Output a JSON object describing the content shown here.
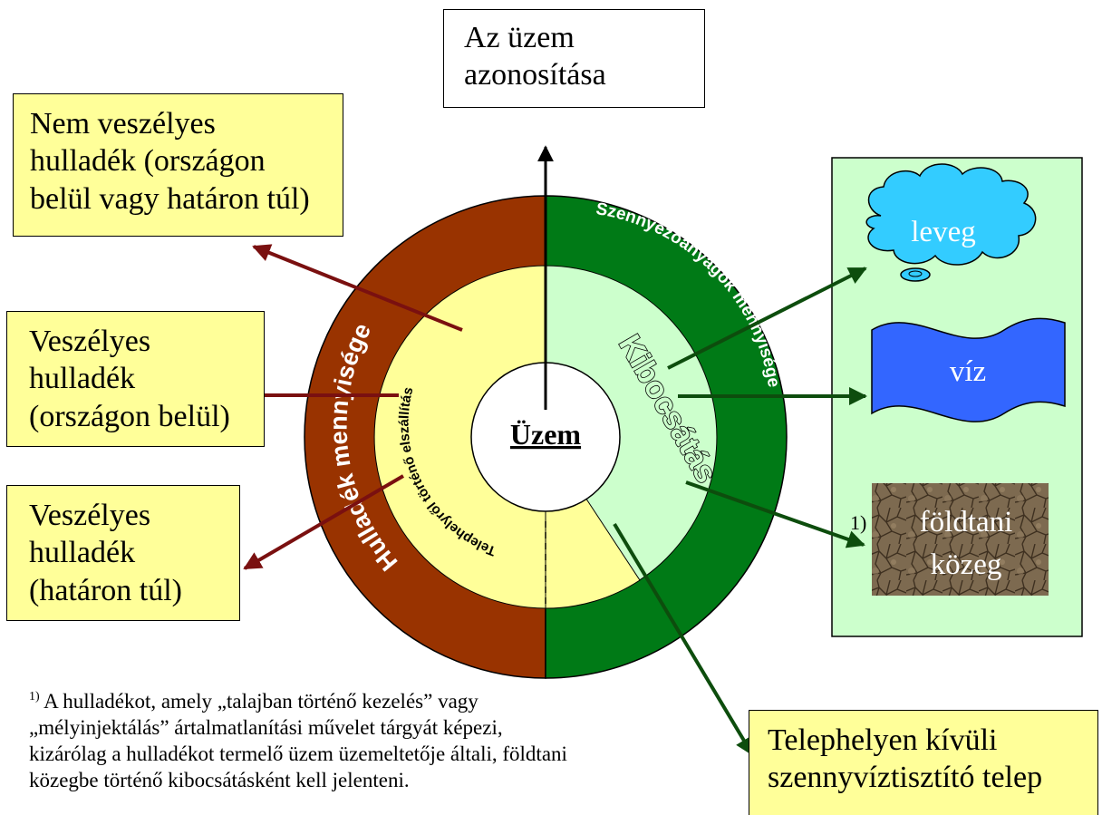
{
  "top_box": {
    "lines": [
      "Az üzem",
      "azonosítása"
    ]
  },
  "left_boxes": [
    {
      "lines": [
        "Nem veszélyes",
        "hulladék (országon",
        "belül vagy határon túl)"
      ]
    },
    {
      "lines": [
        "Veszélyes",
        "hulladék",
        "(országon belül)"
      ]
    },
    {
      "lines": [
        "Veszélyes",
        "hulladék",
        "(határon túl)"
      ]
    }
  ],
  "center_label": "Üzem",
  "outer_left_ring_label": "Hulladék mennyisége",
  "outer_right_ring_label": "Szennyezőanyagok mennyisége",
  "inner_left_label": "Telephelyről történő elszállítás",
  "inner_right_label": "Kibocsátás",
  "media": {
    "air": "leveg",
    "water": "víz",
    "soil_line1": "földtani",
    "soil_line2": "közeg",
    "soil_marker": "1)"
  },
  "bottom_box": {
    "lines": [
      "Telephelyen kívüli",
      "szennyvíztisztító telep"
    ]
  },
  "footnote": {
    "marker": "1)",
    "lines": [
      " A hulladékot, amely „talajban történő kezelés” vagy",
      "„mélyinjektálás” ártalmatlanítási művelet tárgyát képezi,",
      "kizárólag a hulladékot termelő üzem üzemeltetője általi, földtani",
      "közegbe történő kibocsátásként kell jelenteni."
    ]
  },
  "colors": {
    "waste_ring": "#993300",
    "emission_ring": "#007a16",
    "inner_left": "#ffff99",
    "inner_right": "#ccffcc",
    "media_panel": "#ccffcc",
    "cloud": "#33ccff",
    "water_flag": "#3366ff",
    "waste_arrow": "#7a1010",
    "emission_arrow": "#0d4d0d"
  }
}
